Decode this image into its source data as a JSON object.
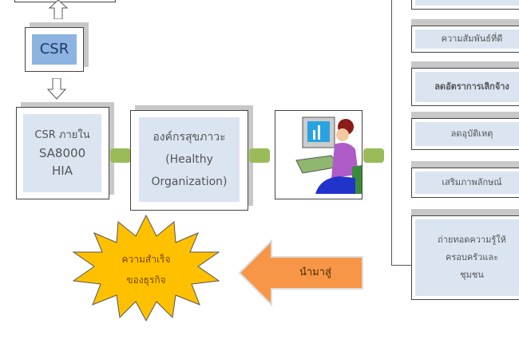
{
  "left_flow": {
    "csr": "CSR",
    "csr_internal": [
      "CSR ภายใน",
      "SA8000",
      "HIA"
    ],
    "healthy_org": [
      "องค์กรสุขภาวะ",
      "(Healthy",
      "Organization)"
    ],
    "success": [
      "ความสำเร็จ",
      "ของธุรกิจ"
    ],
    "leads_to": "นำมาสู่"
  },
  "outcomes": [
    [
      "ความสัมพันธ์ที่ดี"
    ],
    [
      "ลดอัตราการเลิกจ้าง"
    ],
    [
      "ลดอุบัติเหตุ"
    ],
    [
      "เสริมภาพลักษณ์"
    ],
    [
      "ถ่ายทอดความรู้ให้",
      "ครอบครัวและ",
      "ชุมชน"
    ]
  ],
  "colors": {
    "box_fill": "#dbe5f1",
    "csr_fill": "#8db3e2",
    "green_arrow": "#9bbb59",
    "orange_arrow": "#f79646",
    "star": "#ffc000"
  }
}
